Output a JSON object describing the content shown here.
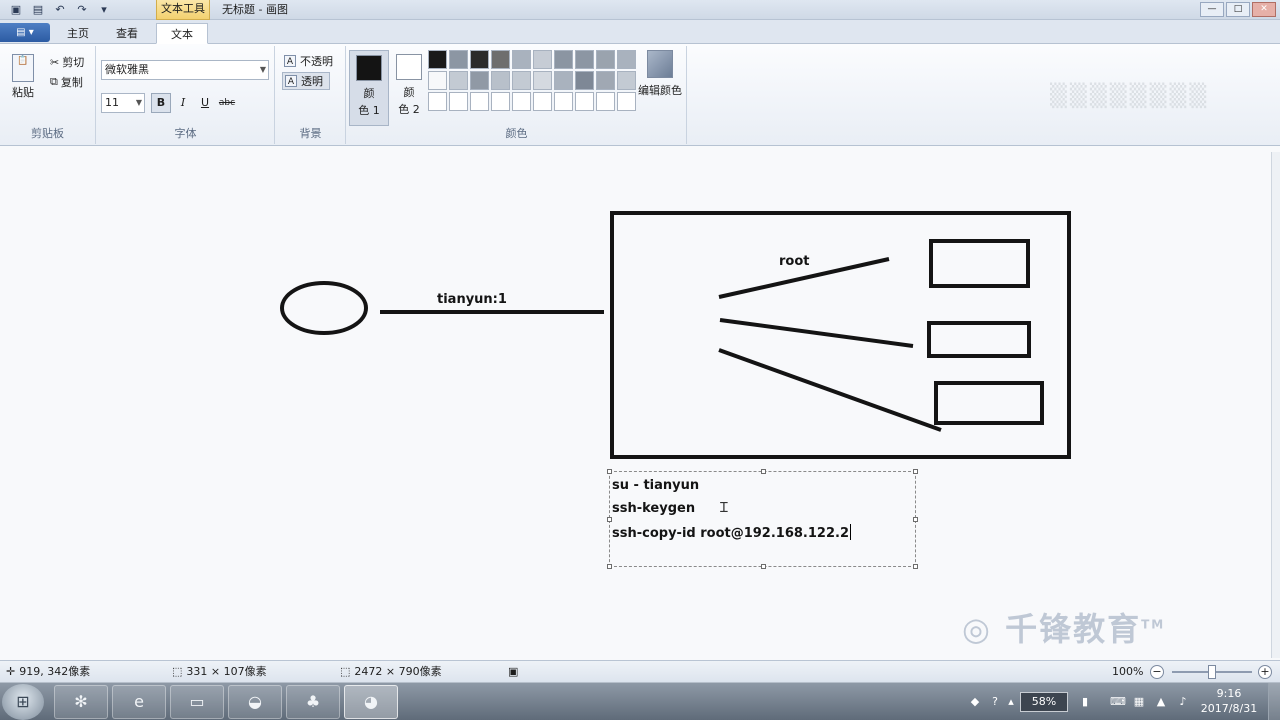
{
  "window": {
    "context_tab": "文本工具",
    "title": "无标题 - 画图"
  },
  "tabs": [
    "主页",
    "查看",
    "文本"
  ],
  "ribbon": {
    "clipboard": {
      "paste": "粘贴",
      "cut": "剪切",
      "copy": "复制",
      "label": "剪贴板"
    },
    "font": {
      "family": "微软雅黑",
      "size": "11",
      "bold": "B",
      "italic": "I",
      "underline": "U",
      "strike": "abc",
      "label": "字体"
    },
    "background": {
      "opaque": "不透明",
      "transparent": "透明",
      "label": "背景"
    },
    "colors": {
      "color1_label_a": "颜",
      "color1_label_b": "色 1",
      "color2_label_a": "颜",
      "color2_label_b": "色 2",
      "edit": "编辑颜色",
      "label": "颜色",
      "color1": "#141414",
      "color2": "#ffffff",
      "palette": [
        "#1a1a1a",
        "#8c96a3",
        "#2b2b2b",
        "#6e6e6e",
        "#a9b2be",
        "#c6ccd5",
        "#8b95a2",
        "#8c96a3",
        "#9aa3ae",
        "#a9b2be",
        "#f7f8fa",
        "#c3cad3",
        "#9099a5",
        "#b8c0ca",
        "#c3cad3",
        "#d4d9e0",
        "#a9b2be",
        "#7e8896",
        "#a0a8b3",
        "#c3cad3",
        "#ffffff",
        "#ffffff",
        "#ffffff",
        "#ffffff",
        "#ffffff",
        "#ffffff",
        "#ffffff",
        "#ffffff",
        "#ffffff",
        "#ffffff"
      ]
    }
  },
  "canvas": {
    "label_tianyun": "tianyun:1",
    "label_root": "root",
    "textbox_lines": [
      "su - tianyun",
      "ssh-keygen",
      "ssh-copy-id root@192.168.122.2"
    ]
  },
  "watermark": "千锋教育",
  "trademark": "TM",
  "status": {
    "cursor": "919, 342像素",
    "selection": "331 × 107像素",
    "canvas_size": "2472 × 790像素",
    "zoom": "100%"
  },
  "taskbar": {
    "battery": "58%",
    "time": "9:16",
    "date": "2017/8/31"
  }
}
